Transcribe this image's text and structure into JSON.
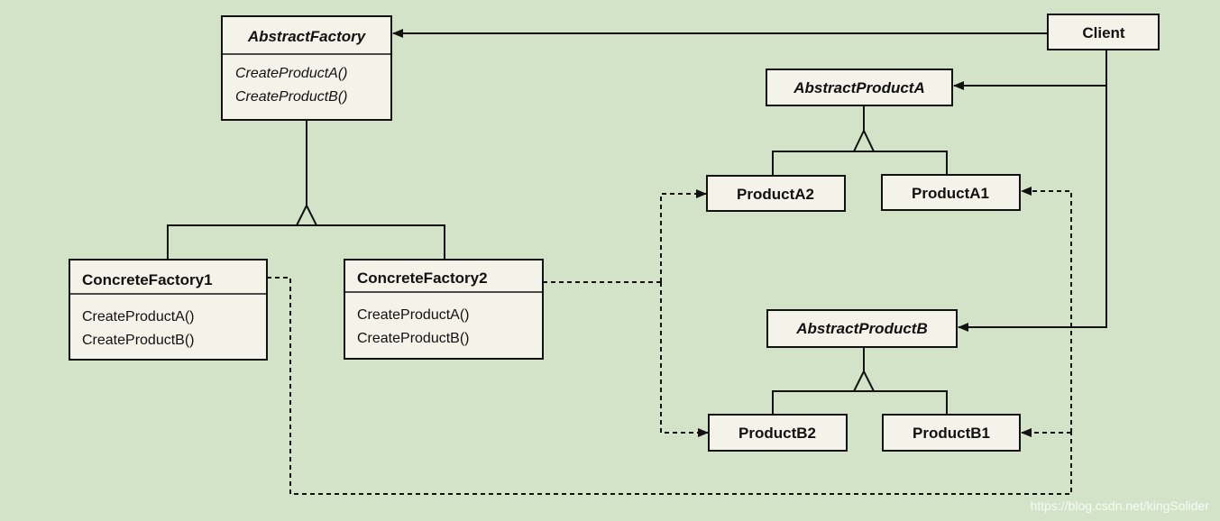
{
  "classes": {
    "abstract_factory": {
      "name": "AbstractFactory",
      "methods": [
        "CreateProductA()",
        "CreateProductB()"
      ]
    },
    "concrete_factory1": {
      "name": "ConcreteFactory1",
      "methods": [
        "CreateProductA()",
        "CreateProductB()"
      ]
    },
    "concrete_factory2": {
      "name": "ConcreteFactory2",
      "methods": [
        "CreateProductA()",
        "CreateProductB()"
      ]
    },
    "client": {
      "name": "Client"
    },
    "abstract_product_a": {
      "name": "AbstractProductA"
    },
    "product_a1": {
      "name": "ProductA1"
    },
    "product_a2": {
      "name": "ProductA2"
    },
    "abstract_product_b": {
      "name": "AbstractProductB"
    },
    "product_b1": {
      "name": "ProductB1"
    },
    "product_b2": {
      "name": "ProductB2"
    }
  },
  "watermark": "https://blog.csdn.net/kingSolider",
  "colors": {
    "background": "#d2e3c8",
    "box_fill": "#f3f3ea",
    "line": "#111111"
  }
}
